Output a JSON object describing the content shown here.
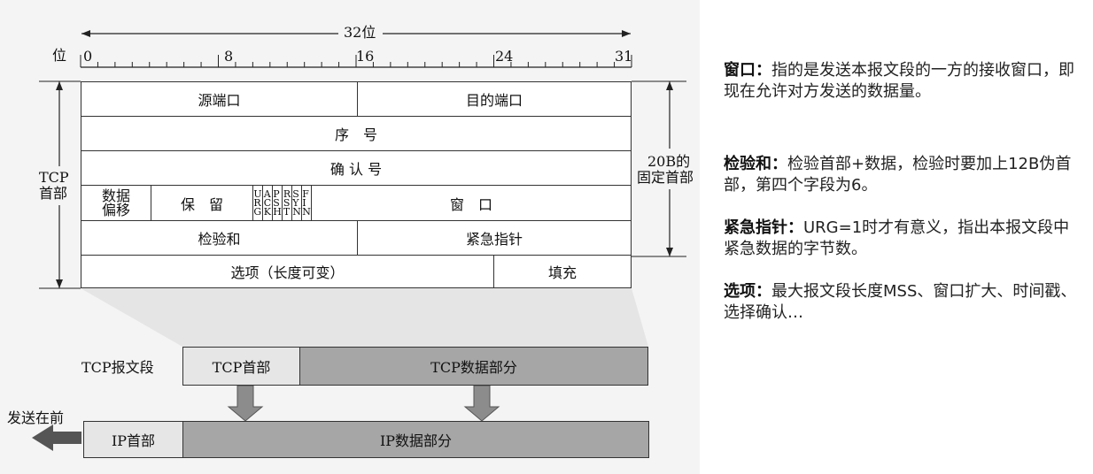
{
  "ruler": {
    "total_label": "32位",
    "axis_label": "位",
    "ticks": [
      "0",
      "8",
      "16",
      "24",
      "31"
    ]
  },
  "header": {
    "left_label_top": "TCP",
    "left_label_bottom": "首部",
    "right_label_top": "20B的",
    "right_label_bottom": "固定首部"
  },
  "fields": {
    "src_port": "源端口",
    "dst_port": "目的端口",
    "seq": "序　号",
    "ack": "确 认 号",
    "offset_top": "数据",
    "offset_bottom": "偏移",
    "reserved": "保　留",
    "flags": [
      "URG",
      "ACK",
      "PSH",
      "RST",
      "SYN",
      "FIN"
    ],
    "window": "窗　口",
    "checksum": "检验和",
    "urgent": "紧急指针",
    "options": "选项（长度可变）",
    "padding": "填充"
  },
  "segment": {
    "label": "TCP报文段",
    "tcp_header": "TCP首部",
    "tcp_data": "TCP数据部分",
    "send_first": "发送在前",
    "ip_header": "IP首部",
    "ip_data": "IP数据部分"
  },
  "notes": [
    {
      "term": "窗口：",
      "text": "指的是发送本报文段的一方的接收窗口，即现在允许对方发送的数据量。"
    },
    {
      "term": "检验和：",
      "text": "检验首部+数据，检验时要加上12B伪首部，第四个字段为6。"
    },
    {
      "term": "紧急指针：",
      "text": "URG=1时才有意义，指出本报文段中紧急数据的字节数。"
    },
    {
      "term": "选项：",
      "text": "最大报文段长度MSS、窗口扩大、时间戳、选择确认…"
    }
  ],
  "colors": {
    "header_box": "#e6e6e6",
    "data_box": "#a6a6a6",
    "arrow": "#8c8c8c"
  }
}
